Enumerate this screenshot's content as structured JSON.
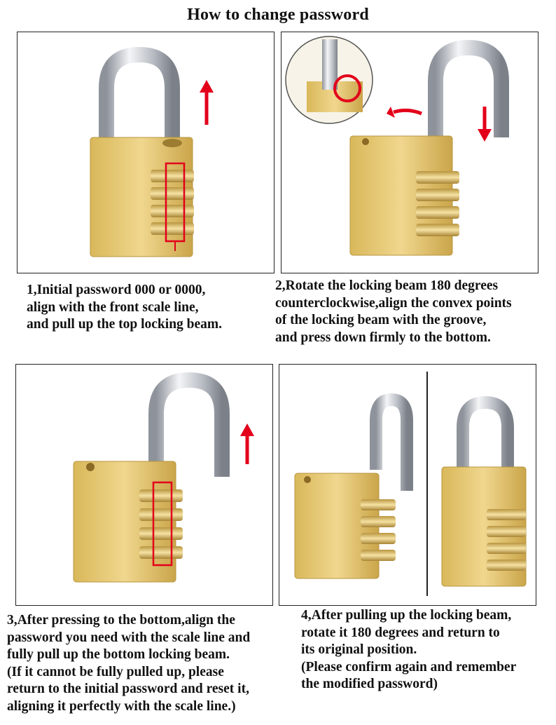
{
  "title": "How to change password",
  "steps": [
    {
      "lines": [
        "1,Initial password 000 or 0000,",
        "align with the front scale line,",
        "and pull up the top locking beam."
      ]
    },
    {
      "lines": [
        "2,Rotate the locking beam 180 degrees",
        "counterclockwise,align the convex points",
        "of the locking beam with the groove,",
        "and press down firmly to the bottom."
      ]
    },
    {
      "lines": [
        "3,After pressing to the bottom,align the",
        "password you need with the scale line and",
        "fully pull up the bottom locking beam.",
        "(If it cannot be fully pulled up, please",
        "return to the initial password and reset it,",
        "aligning it perfectly with the scale line.)"
      ]
    },
    {
      "lines": [
        "4,After pulling up the locking beam,",
        "rotate it 180 degrees and return to",
        "its original position.",
        "(Please confirm again and remember",
        "the modified password)"
      ]
    }
  ],
  "colors": {
    "brass": "#e6c66e",
    "arrow": "#e3001b",
    "shackle": "#c9ccd2"
  },
  "icons": [
    "padlock-icon",
    "arrow-up-icon",
    "arrow-down-icon",
    "rotate-arrow-icon",
    "magnifier-inset-icon"
  ]
}
